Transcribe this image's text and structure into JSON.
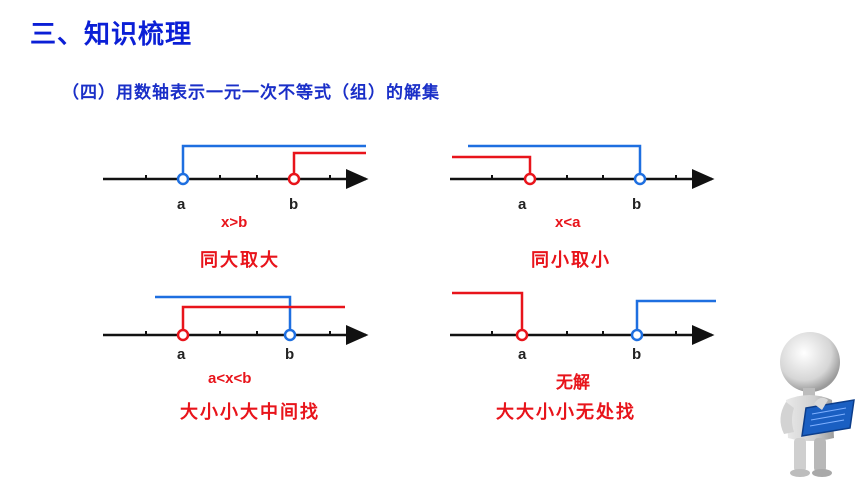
{
  "title": "三、知识梳理",
  "subtitle": "（四）用数轴表示一元一次不等式（组）的解集",
  "cases": [
    {
      "label_a": "a",
      "label_b": "b",
      "solution": "x>b",
      "rule": "同大取大"
    },
    {
      "label_a": "a",
      "label_b": "b",
      "solution": "x<a",
      "rule": "同小取小"
    },
    {
      "label_a": "a",
      "label_b": "b",
      "solution": "a<x<b",
      "rule": "大小小大中间找"
    },
    {
      "label_a": "a",
      "label_b": "b",
      "solution": "无解",
      "rule": "大大小小无处找"
    }
  ],
  "colors": {
    "title": "#0b1fd6",
    "red": "#e8141b",
    "blue": "#1e6fe0",
    "axis": "#111111"
  }
}
